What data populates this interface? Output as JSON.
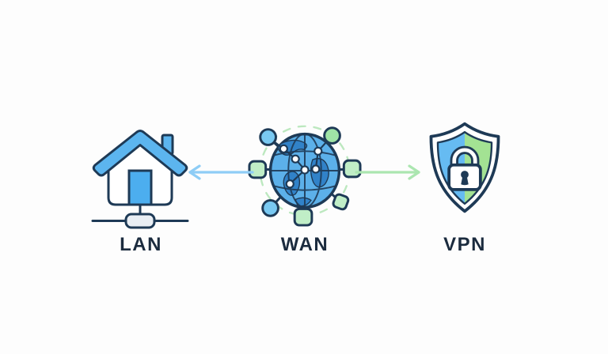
{
  "diagram": {
    "type": "network-diagram",
    "nodes": [
      {
        "id": "lan",
        "label": "LAN",
        "icon": "house-network-icon"
      },
      {
        "id": "wan",
        "label": "WAN",
        "icon": "globe-network-icon"
      },
      {
        "id": "vpn",
        "label": "VPN",
        "icon": "shield-lock-icon"
      }
    ],
    "connections": [
      {
        "from": "wan",
        "to": "lan",
        "direction": "left",
        "arrow_color": "#8ecdf6"
      },
      {
        "from": "wan",
        "to": "vpn",
        "direction": "right",
        "arrow_color": "#abe6b0"
      }
    ],
    "colors": {
      "background": "#fdfdfd",
      "outline": "#1e3a56",
      "label_text": "#1b2b3e",
      "house_blue": "#5cb5ef",
      "door_blue": "#4caeef",
      "hub_fill": "#e9eef4",
      "arrow_blue": "#8ecdf6",
      "arrow_green": "#abe6b0",
      "node_blue": "#79c9f2",
      "node_green": "#9fe3a6",
      "node_mint": "#c0eec7",
      "dash_ring": "#bce8bf",
      "globe_ocean": "#5cb0e9",
      "globe_land": "#3182c8",
      "shield_blue": "#66bbf2",
      "shield_green": "#a3e293",
      "white": "#ffffff"
    }
  }
}
